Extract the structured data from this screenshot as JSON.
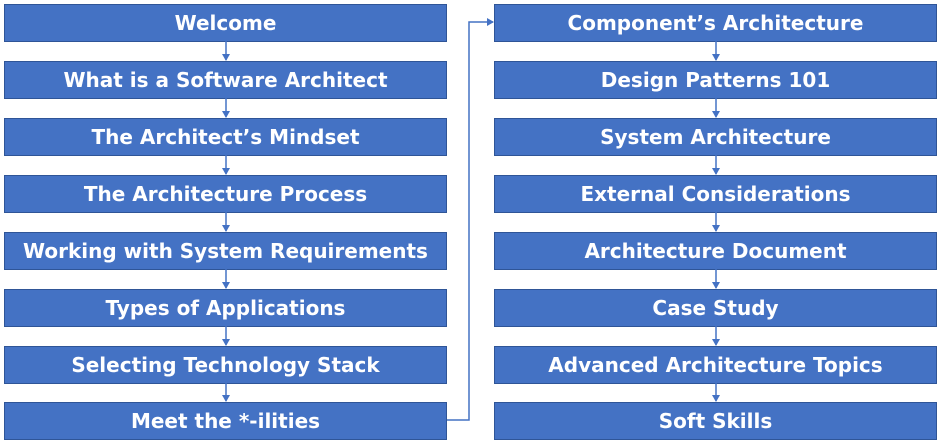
{
  "left_column": [
    "Welcome",
    "What is a Software Architect",
    "The Architect’s Mindset",
    "The Architecture Process",
    "Working with System Requirements",
    "Types of Applications",
    "Selecting Technology Stack",
    "Meet the *-ilities"
  ],
  "right_column": [
    "Component’s Architecture",
    "Design Patterns 101",
    "System Architecture",
    "External Considerations",
    "Architecture Document",
    "Case Study",
    "Advanced Architecture Topics",
    "Soft Skills"
  ],
  "colors": {
    "box_fill": "#4472c4",
    "box_border": "#2f5597",
    "text": "#ffffff",
    "arrow": "#4472c4"
  }
}
